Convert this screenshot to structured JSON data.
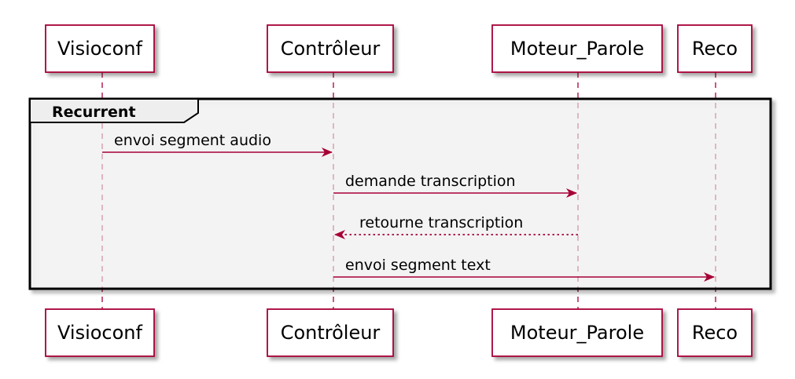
{
  "diagram": {
    "type": "sequence",
    "accent_color": "#A80036",
    "participants": [
      {
        "id": "visioconf",
        "label": "Visioconf"
      },
      {
        "id": "controleur",
        "label": "Contrôleur"
      },
      {
        "id": "moteur",
        "label": "Moteur_Parole"
      },
      {
        "id": "reco",
        "label": "Reco"
      }
    ],
    "group": {
      "label": "Recurrent"
    },
    "messages": [
      {
        "from": "visioconf",
        "to": "controleur",
        "label": "envoi segment audio",
        "style": "solid"
      },
      {
        "from": "controleur",
        "to": "moteur",
        "label": "demande transcription",
        "style": "solid"
      },
      {
        "from": "moteur",
        "to": "controleur",
        "label": "retourne transcription",
        "style": "dashed"
      },
      {
        "from": "controleur",
        "to": "reco",
        "label": "envoi segment text",
        "style": "solid"
      }
    ]
  }
}
